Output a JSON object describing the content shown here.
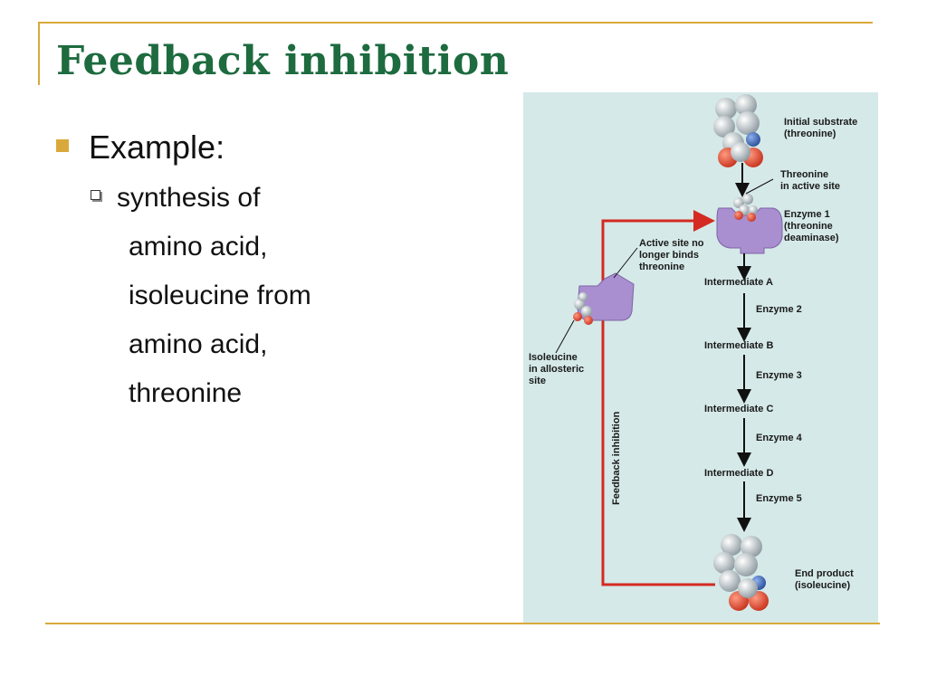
{
  "slide": {
    "title": "Feedback inhibition",
    "bullet_main": "Example:",
    "bullet_sub": "synthesis of",
    "bullet_continuation": [
      "amino acid,",
      "isoleucine from",
      "amino acid,",
      "threonine"
    ]
  },
  "figure": {
    "initial_substrate": [
      "Initial substrate",
      "(threonine)"
    ],
    "threonine_active_site": [
      "Threonine",
      "in active site"
    ],
    "enzyme1": [
      "Enzyme 1",
      "(threonine",
      "deaminase)"
    ],
    "active_site_no_binding": [
      "Active site no",
      "longer binds",
      "threonine"
    ],
    "isoleucine_allosteric": [
      "Isoleucine",
      "in allosteric",
      "site"
    ],
    "intermediates": [
      "Intermediate A",
      "Intermediate B",
      "Intermediate C",
      "Intermediate D"
    ],
    "enzymes": [
      "Enzyme 2",
      "Enzyme 3",
      "Enzyme 4",
      "Enzyme 5"
    ],
    "feedback_label": "Feedback inhibition",
    "end_product": [
      "End product",
      "(isoleucine)"
    ],
    "colors": {
      "arrow_red": "#d42a22",
      "enzyme_purple": "#a98fcf",
      "background": "#d5e9e8",
      "oxygen_red": "#d9432e",
      "nitrogen_blue": "#3a68b8"
    }
  }
}
